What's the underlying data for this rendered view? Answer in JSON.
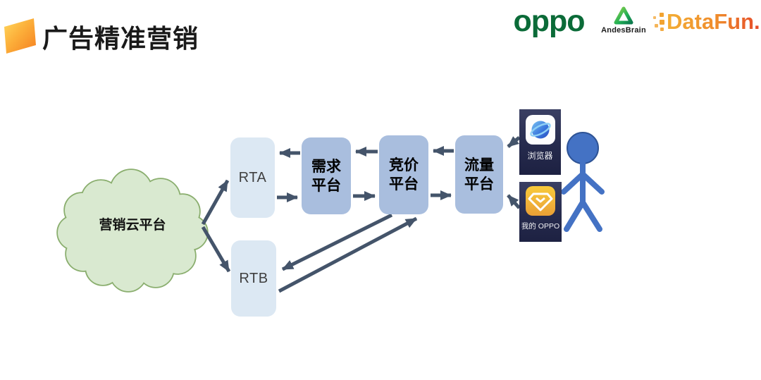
{
  "slide": {
    "title": "广告精准营销"
  },
  "logos": {
    "oppo": "oppo",
    "andesbrain": "AndesBrain",
    "datafun": "DataFun."
  },
  "diagram": {
    "cloud_label": "营销云平台",
    "nodes": {
      "rta": "RTA",
      "rtb": "RTB",
      "demand": "需求平台",
      "bidding": "竞价平台",
      "traffic": "流量平台"
    },
    "apps": {
      "browser": "浏览器",
      "my_oppo": "我的 OPPO"
    }
  },
  "colors": {
    "box_primary": "#a9bede",
    "box_secondary": "#dce8f3",
    "arrow": "#44546a",
    "cloud_fill": "#d9e9d0",
    "cloud_stroke": "#8aae6e",
    "oppo_green": "#0b6b38",
    "datafun_orange": "#ef8a2b",
    "person_blue": "#4472c4",
    "tile_bg": "#262b4d",
    "gold_icon": "#f0b139"
  }
}
